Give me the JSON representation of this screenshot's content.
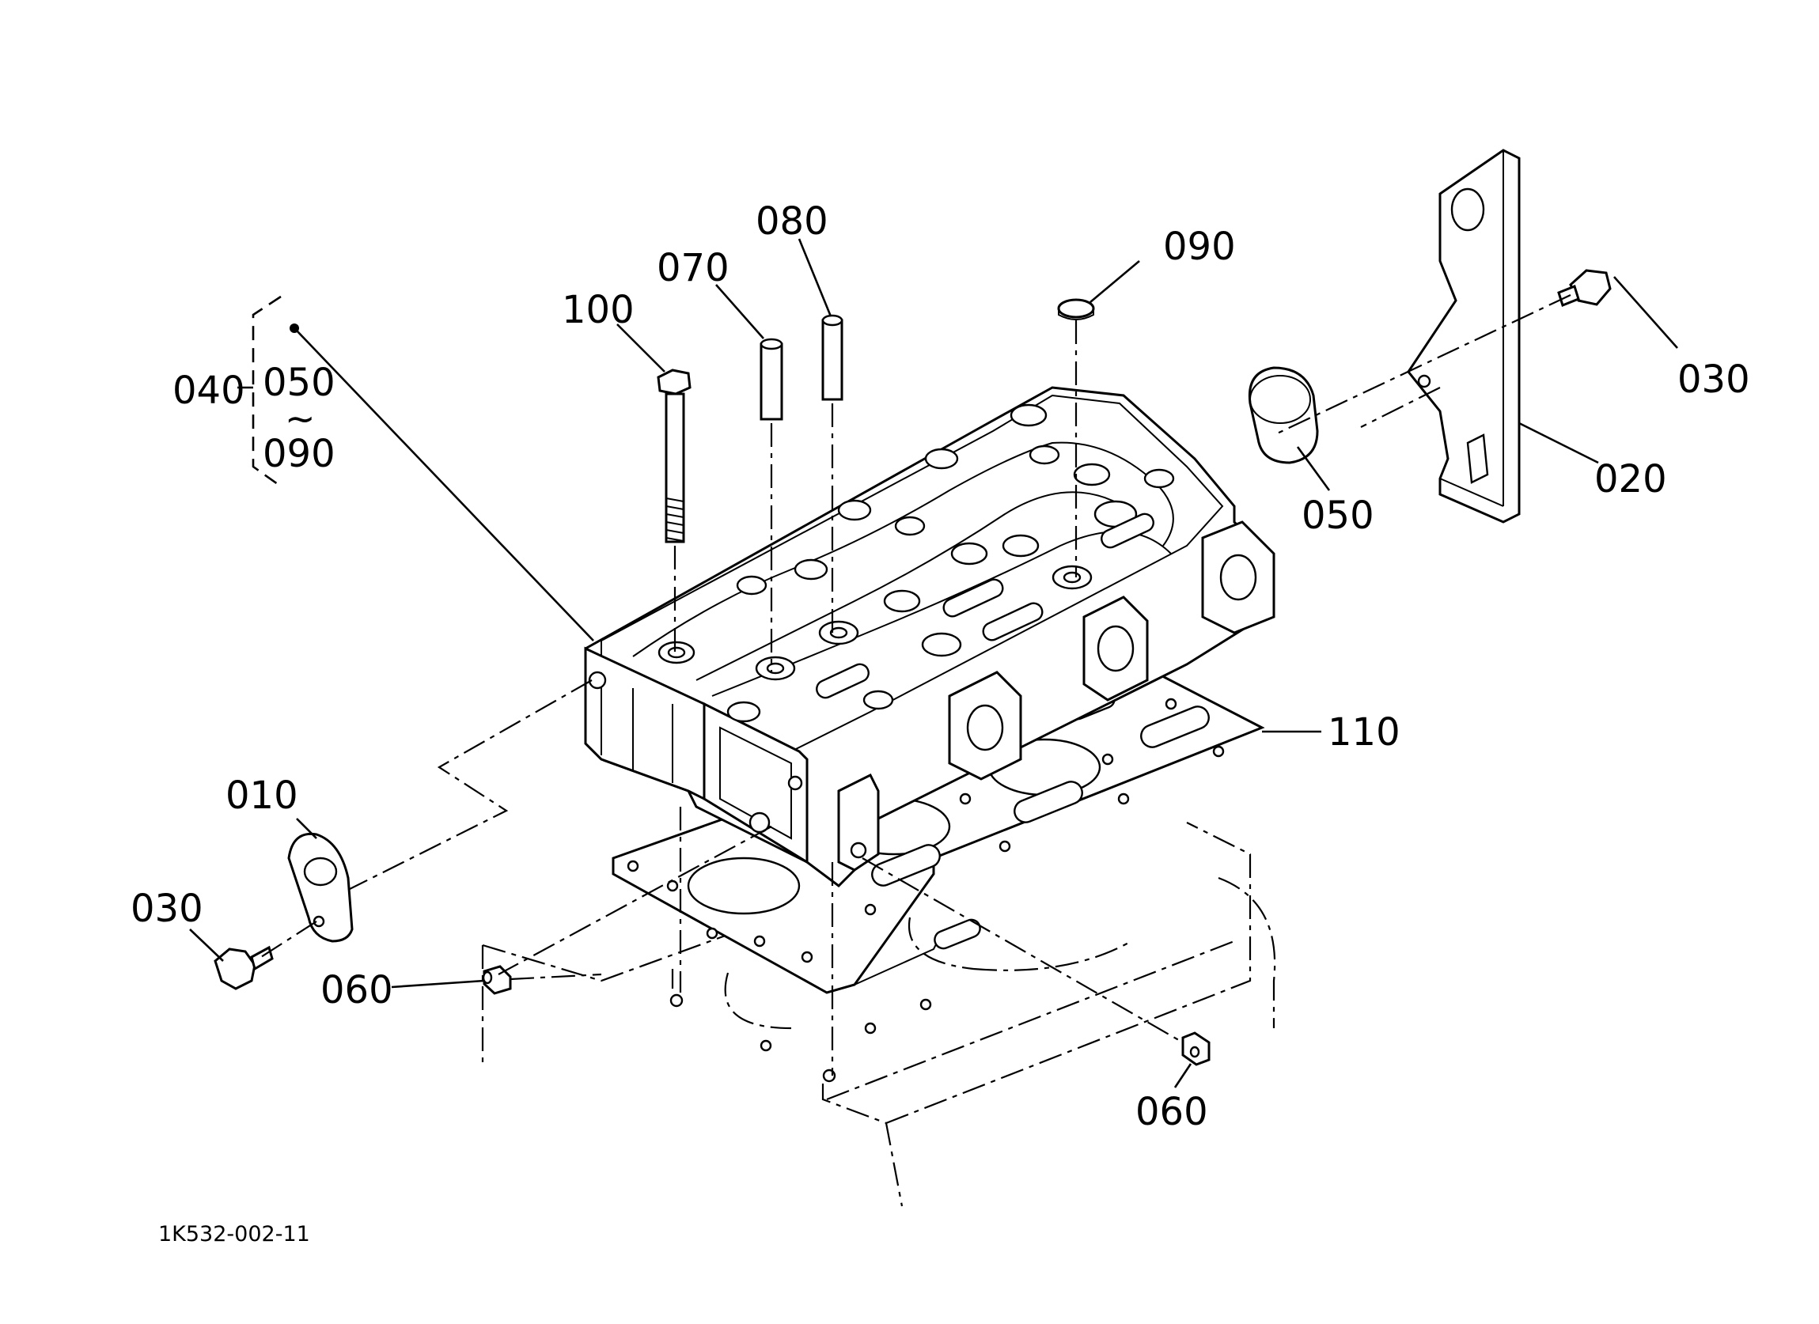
{
  "callouts": {
    "c010": "010",
    "c020": "020",
    "c030_left": "030",
    "c030_right": "030",
    "c040": "040",
    "c050_group": "050",
    "c090_group": "090",
    "group_tilde": "~",
    "c050": "050",
    "c060_left": "060",
    "c060_right": "060",
    "c070": "070",
    "c080": "080",
    "c090": "090",
    "c100": "100",
    "c110": "110"
  },
  "diagram_ref": "1K532-002-11"
}
